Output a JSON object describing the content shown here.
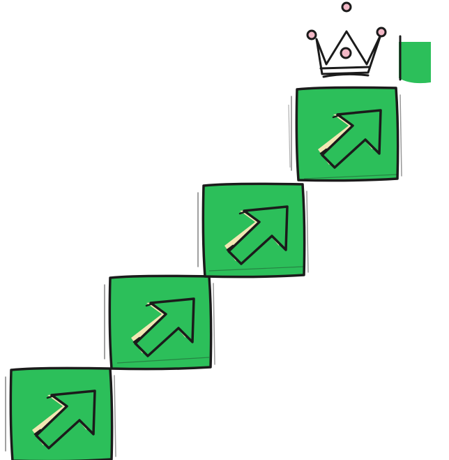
{
  "illustration": {
    "steps": [
      {
        "id": "step-1"
      },
      {
        "id": "step-2"
      },
      {
        "id": "step-3"
      },
      {
        "id": "step-4"
      }
    ],
    "crown": {
      "jewel_count": 4
    },
    "colors": {
      "tile_green": "#2cbf5a",
      "tile_green_dark": "#1fa04a",
      "arrow_highlight": "#f3e7b3",
      "outline": "#1b1b1b",
      "crown_jewel": "#f2b8c6",
      "background": "#ffffff"
    }
  }
}
